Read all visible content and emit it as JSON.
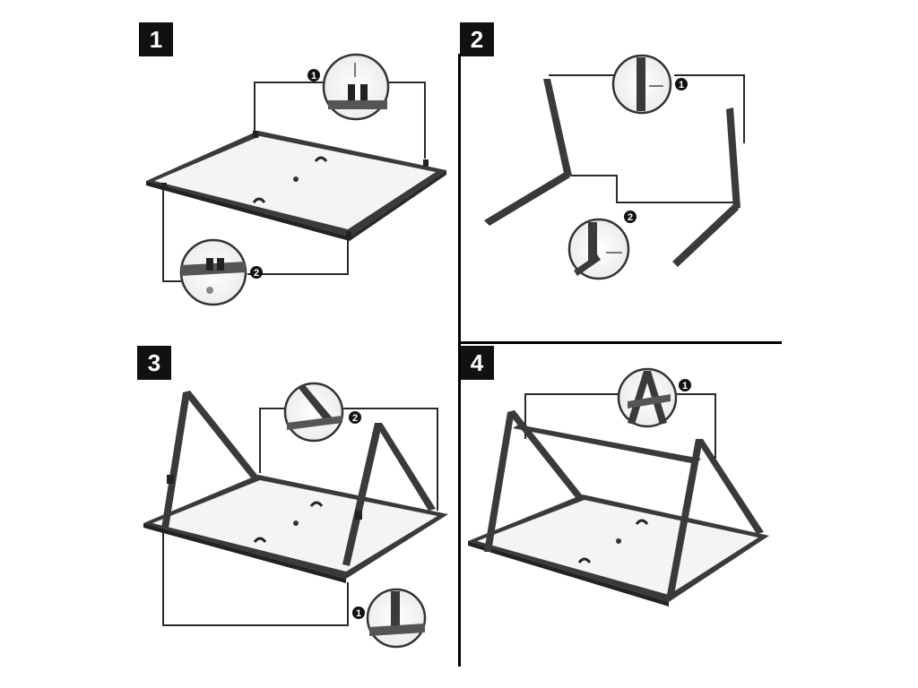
{
  "steps": [
    {
      "number": "1"
    },
    {
      "number": "2"
    },
    {
      "number": "3"
    },
    {
      "number": "4"
    }
  ],
  "callouts": {
    "s1_c1": "1",
    "s1_c2": "2",
    "s2_c1": "1",
    "s2_c2": "2",
    "s3_c1": "1",
    "s3_c2": "2",
    "s4_c1": "1"
  },
  "colors": {
    "frame": "#3a3a3a",
    "panel": "#f4f4f4",
    "leader": "#2a2a2a",
    "badge": "#111111"
  }
}
